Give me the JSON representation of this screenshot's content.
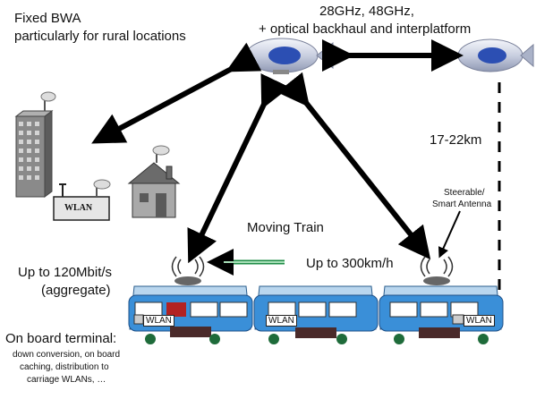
{
  "labels": {
    "fixed_bwa_line1": "Fixed BWA",
    "fixed_bwa_line2": "particularly for rural locations",
    "freq_line1": "28GHz, 48GHz,",
    "freq_line2": "+ optical backhaul and interplatform",
    "altitude": "17-22km",
    "antenna_line1": "Steerable/",
    "antenna_line2": "Smart Antenna",
    "moving_train": "Moving Train",
    "speed": "Up to 300km/h",
    "rate_line1": "Up to 120Mbit/s",
    "rate_line2": "(aggregate)",
    "terminal_title": "On board terminal:",
    "terminal_line1": "down conversion, on board",
    "terminal_line2": "caching, distribution to",
    "terminal_line3": "carriage WLANs, …",
    "wlan_home": "WLAN",
    "wlan_car1": "WLAN",
    "wlan_car2": "WLAN",
    "wlan_car3": "WLAN"
  },
  "colors": {
    "train_body": "#3a8fd8",
    "train_roof": "#b9d6ee",
    "arrow": "#000000",
    "motion_arrow": "#1e8c46",
    "building": "#6e6e6e",
    "house": "#777777"
  }
}
